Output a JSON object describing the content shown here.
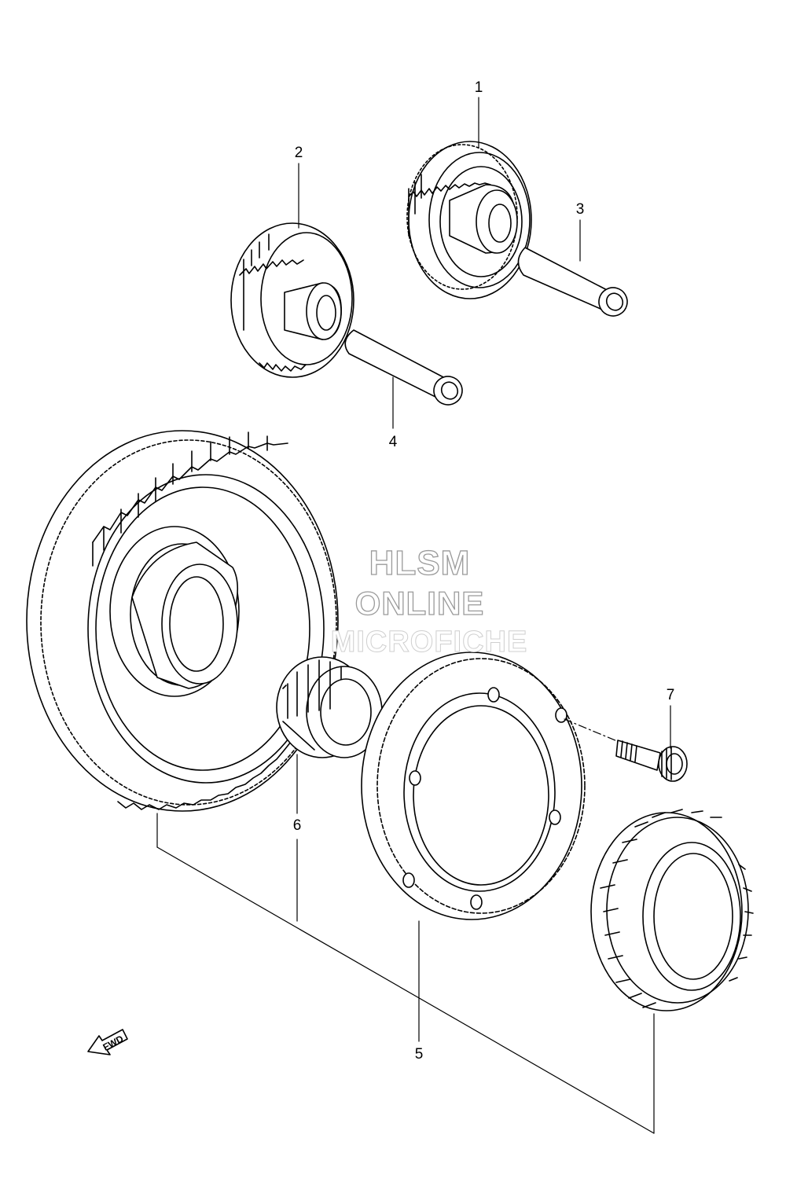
{
  "diagram": {
    "callouts": [
      "1",
      "2",
      "3",
      "4",
      "5",
      "6",
      "7"
    ],
    "watermark": {
      "line1": "HLSM",
      "line2": "ONLINE",
      "line3": "MICROFICHE"
    },
    "direction_label": "FWD",
    "icons": [
      "fwd-arrow-icon"
    ]
  }
}
